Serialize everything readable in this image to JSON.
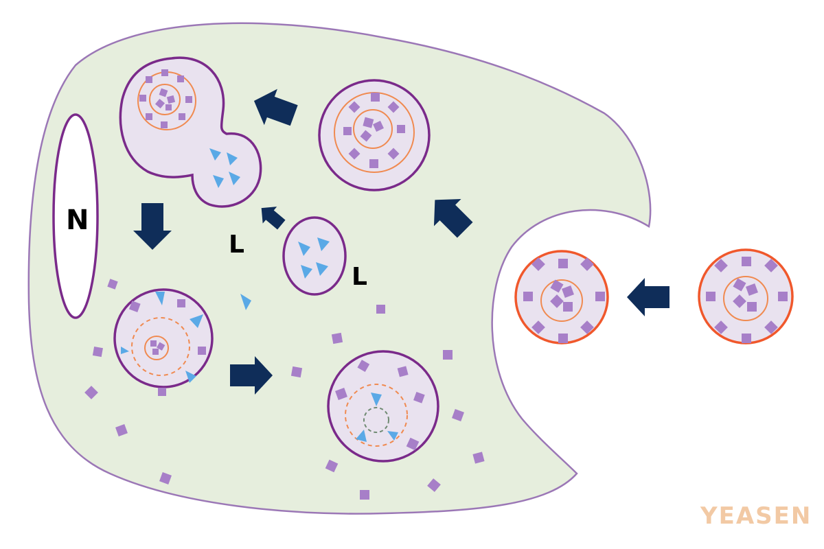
{
  "labels": {
    "nucleus": "N",
    "lysosome_top": "L",
    "lysosome_free": "L"
  },
  "watermark": "YEASEN",
  "colors": {
    "cytoplasm": "#e6eedd",
    "cell_membrane": "#9b77b6",
    "vesicle_membrane": "#7a2a8a",
    "extracellular_vesicle_membrane": "#f0582c",
    "inner_membrane": "#f08a50",
    "cargo": "#a77fc8",
    "enzyme": "#5aa9e6",
    "arrow": "#0f2d59",
    "watermark": "#f2c9a4"
  },
  "icons": {
    "cargo": "purple-square",
    "enzyme": "blue-triangle",
    "arrow": "navy-block-arrow"
  }
}
